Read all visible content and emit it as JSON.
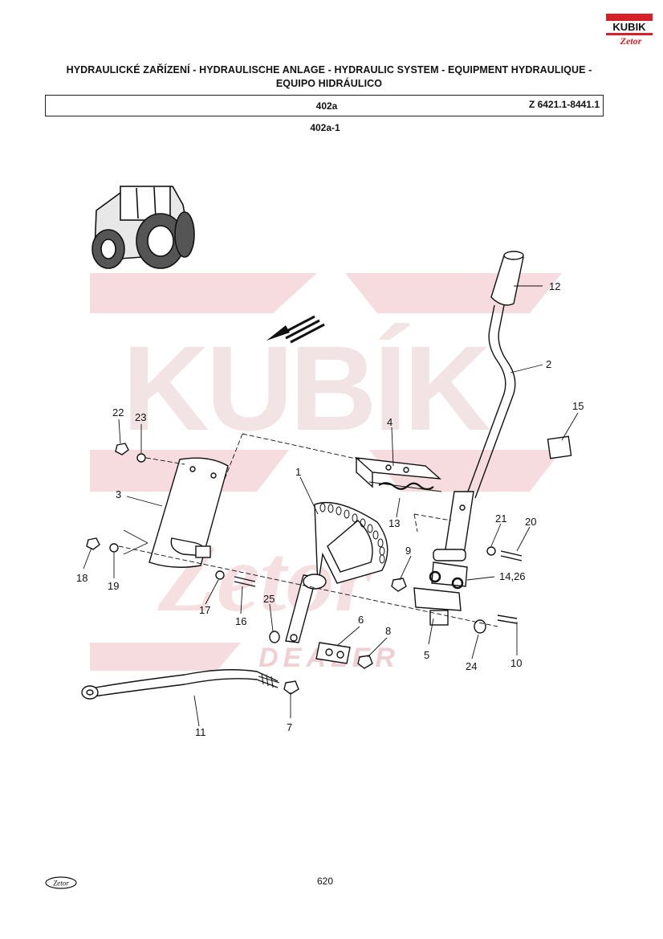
{
  "header": {
    "brand_top": "KUBIK",
    "brand_bottom": "Zetor",
    "title_line1": "HYDRAULICKÉ ZAŘÍZENÍ - HYDRAULISCHE ANLAGE - HYDRAULIC SYSTEM - EQUIPMENT HYDRAULIQUE -",
    "title_line2": "EQUIPO HIDRÁULICO",
    "section": "402a",
    "model_range": "Z 6421.1-8441.1"
  },
  "diagram": {
    "id": "402a-1",
    "watermark_main": "KUBÍK",
    "watermark_sub": "DEALER",
    "watermark_script": "Zetor",
    "callouts": [
      {
        "label": "1"
      },
      {
        "label": "2"
      },
      {
        "label": "3"
      },
      {
        "label": "4"
      },
      {
        "label": "5"
      },
      {
        "label": "6"
      },
      {
        "label": "7"
      },
      {
        "label": "8"
      },
      {
        "label": "9"
      },
      {
        "label": "10"
      },
      {
        "label": "11"
      },
      {
        "label": "12"
      },
      {
        "label": "13"
      },
      {
        "label": "14,26"
      },
      {
        "label": "15"
      },
      {
        "label": "16"
      },
      {
        "label": "17"
      },
      {
        "label": "18"
      },
      {
        "label": "19"
      },
      {
        "label": "20"
      },
      {
        "label": "21"
      },
      {
        "label": "22"
      },
      {
        "label": "23"
      },
      {
        "label": "24"
      },
      {
        "label": "25"
      }
    ]
  },
  "footer": {
    "logo": "Zetor",
    "page_number": "620"
  },
  "colors": {
    "ink": "#111111",
    "watermark": "#f4d6d8",
    "brand_red": "#d6202a"
  }
}
